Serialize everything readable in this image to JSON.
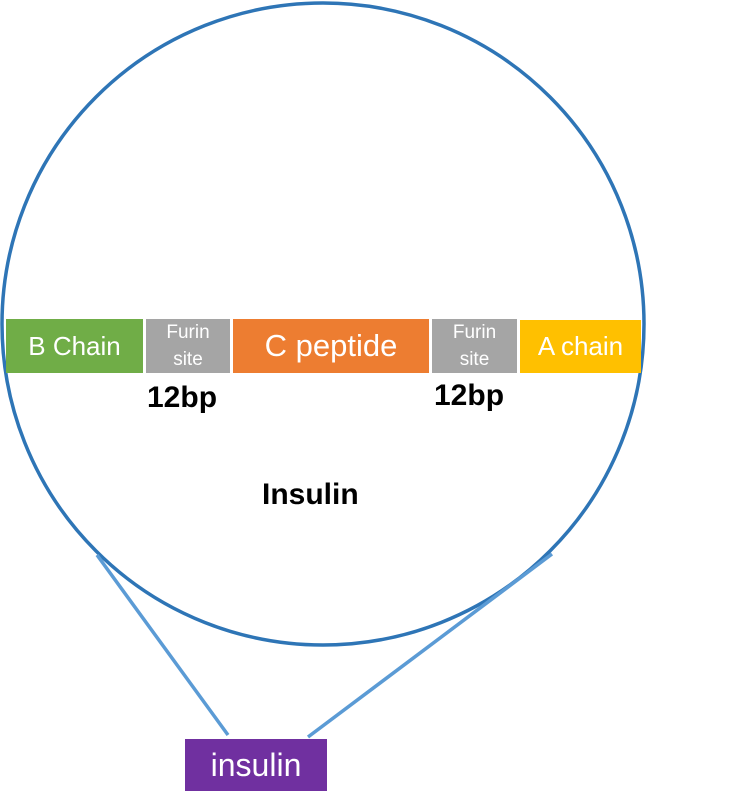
{
  "segments": {
    "b_chain": "B Chain",
    "furin_1": {
      "line1": "Furin",
      "line2": "site"
    },
    "c_peptide": "C peptide",
    "furin_2": {
      "line1": "Furin",
      "line2": "site"
    },
    "a_chain": "A chain"
  },
  "labels": {
    "bp_left": "12bp",
    "bp_right": "12bp",
    "circle_title": "Insulin",
    "gene": "insulin"
  },
  "colors": {
    "circle_outline": "#2e75b6",
    "connector_lines": "#5b9bd5",
    "b_chain": "#70ad47",
    "furin_site": "#a5a5a5",
    "c_peptide": "#ed7d31",
    "a_chain": "#ffc000",
    "gene_box": "#7030a0"
  }
}
